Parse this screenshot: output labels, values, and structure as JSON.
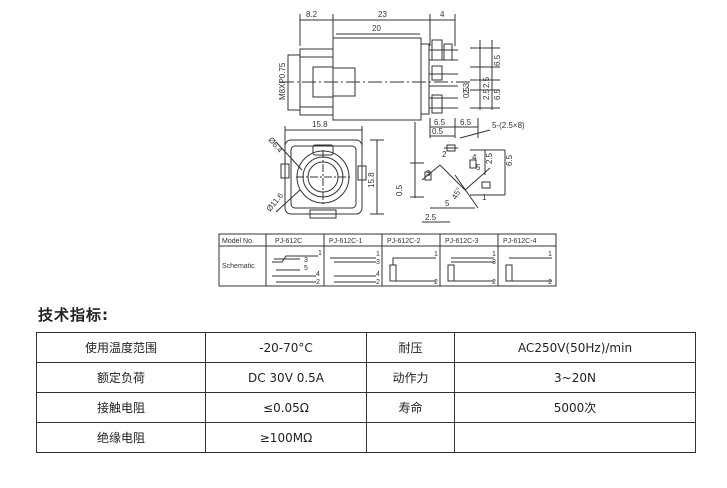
{
  "drawing": {
    "side_dims": {
      "total": "23",
      "left": "8.2",
      "inner": "20",
      "right": "4",
      "thread": "M8XP0.75"
    },
    "side_right_dims": {
      "top": "6.5",
      "mid": "2.5",
      "bot1": "2.5",
      "bot2": "6.5",
      "left_small": "0.5",
      "left_large": "2.3"
    },
    "front_dims": {
      "width": "15.8",
      "height": "15.8",
      "hole_small": "Ø6.4",
      "hole_large": "Ø11.6"
    },
    "pins_dims": {
      "d1": "6.5",
      "d2": "6.5",
      "d3": "0.5",
      "holes": "5-(2.5×8)",
      "v1": "6.5",
      "v2": "2.5",
      "v3": "0.5",
      "bottom": "2.5",
      "bottom2": "5",
      "angle": "45°",
      "p1": "1",
      "p2": "2",
      "p3": "3",
      "p4": "4",
      "p5": "5"
    },
    "model_table": {
      "header_label": "Model No.",
      "row_label": "Schematic",
      "models": [
        "PJ-612C",
        "PJ-612C-1",
        "PJ-612C-2",
        "PJ-612C-3",
        "PJ-612C-4"
      ],
      "pins": {
        "m0": [
          "1",
          "3",
          "5",
          "4",
          "2"
        ],
        "m1": [
          "1",
          "3",
          "4",
          "2"
        ],
        "m2": [
          "1",
          "2"
        ],
        "m3": [
          "1",
          "3",
          "2"
        ],
        "m4": [
          "1",
          "2"
        ]
      }
    }
  },
  "section_title": "技术指标:",
  "specs": [
    [
      "使用温度范围",
      "-20-70°C",
      "耐压",
      "AC250V(50Hz)/min"
    ],
    [
      "额定负荷",
      "DC 30V 0.5A",
      "动作力",
      "3~20N"
    ],
    [
      "接触电阻",
      "≤0.05Ω",
      "寿命",
      "5000次"
    ],
    [
      "绝缘电阻",
      "≥100MΩ",
      "",
      ""
    ]
  ]
}
